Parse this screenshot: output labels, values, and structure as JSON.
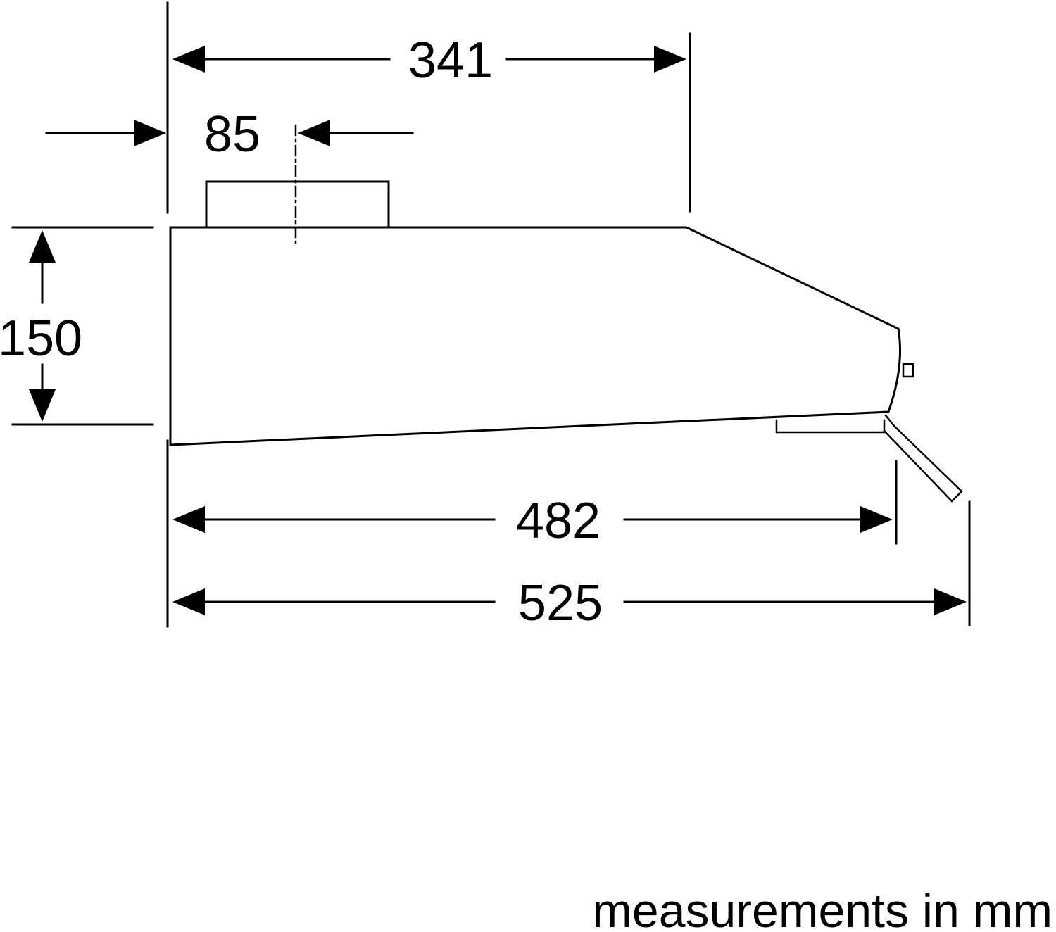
{
  "diagram": {
    "dimensions": {
      "d341": "341",
      "d85": "85",
      "d150": "150",
      "d482": "482",
      "d525": "525"
    },
    "note": "measurements in mm",
    "colors": {
      "line": "#000000",
      "background": "#ffffff"
    }
  }
}
